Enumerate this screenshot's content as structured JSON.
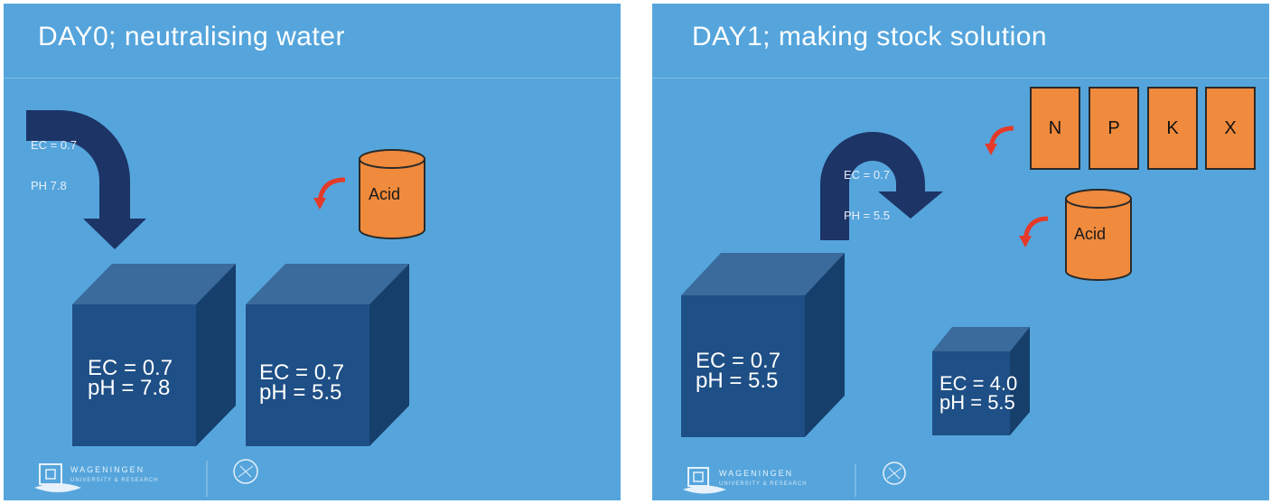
{
  "slides": [
    {
      "title": "DAY0; neutralising water",
      "arrow_label": {
        "ec": "EC = 0.7",
        "ph": "PH 7.8"
      },
      "can_label": "Acid",
      "boxes": [
        {
          "ec": "EC = 0.7",
          "ph": "pH = 7.8"
        },
        {
          "ec": "EC = 0.7",
          "ph": "pH = 5.5"
        }
      ],
      "logo": {
        "name": "WAGENINGEN",
        "sub": "UNIVERSITY & RESEARCH"
      }
    },
    {
      "title": "DAY1; making stock solution",
      "arrow_label": {
        "ec": "EC = 0.7",
        "ph": "PH = 5.5"
      },
      "nutrients": [
        "N",
        "P",
        "K",
        "X"
      ],
      "can_label": "Acid",
      "boxes": [
        {
          "ec": "EC = 0.7",
          "ph": "pH = 5.5"
        },
        {
          "ec": "EC = 4.0",
          "ph": "pH = 5.5"
        }
      ],
      "logo": {
        "name": "WAGENINGEN",
        "sub": "UNIVERSITY & RESEARCH"
      }
    }
  ],
  "colors": {
    "slide_background": "#55a5dc",
    "box_front": "#1e4f86",
    "box_top": "#3a6b9c",
    "box_side": "#163f6c",
    "flow_arrow": "#1d3466",
    "acid_can": "#f08a3c",
    "small_arrow": "#e53a2a"
  },
  "icons": [
    "curved-flow-arrow-icon",
    "acid-can-icon",
    "red-curved-arrow-icon",
    "wur-logo-icon",
    "seal-icon"
  ]
}
